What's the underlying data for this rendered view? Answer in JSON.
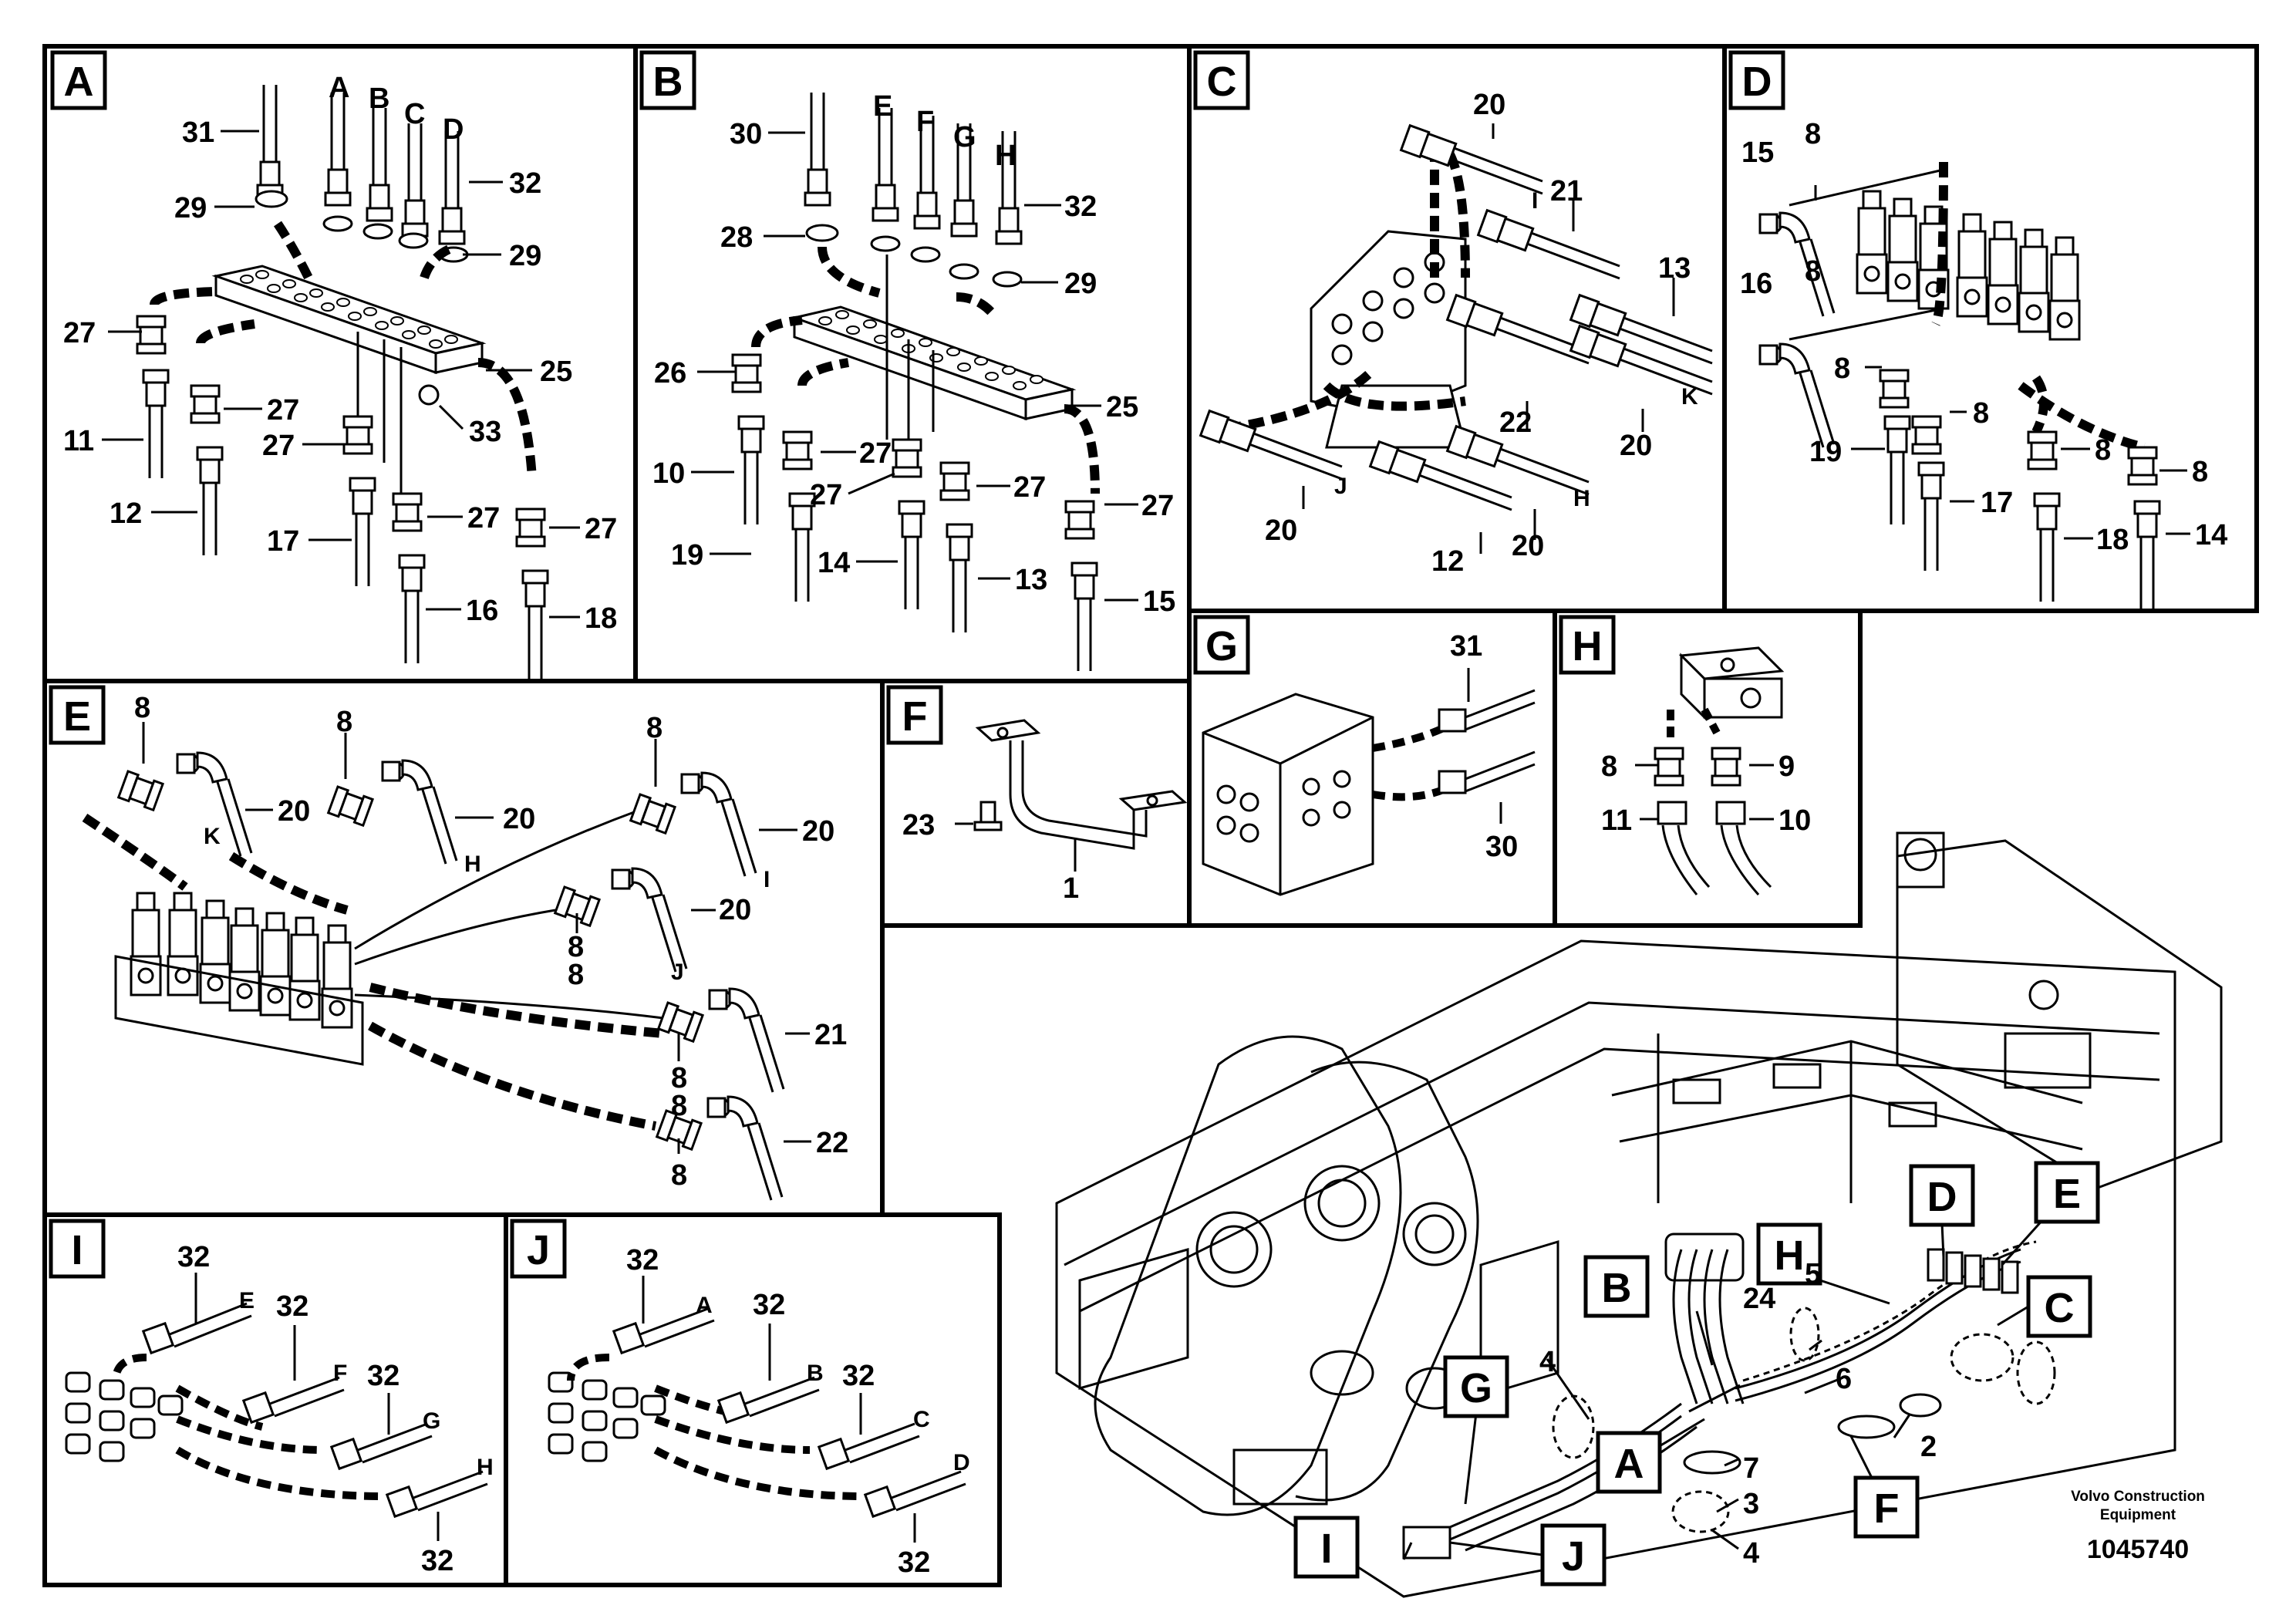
{
  "brand_line1": "Volvo Construction",
  "brand_line2": "Equipment",
  "drawing_number": "1045740",
  "panels": {
    "A": {
      "letter": "A",
      "labels": [
        "31",
        "A",
        "B",
        "C",
        "D",
        "32",
        "29",
        "29",
        "27",
        "25",
        "11",
        "27",
        "33",
        "27",
        "12",
        "17",
        "27",
        "27",
        "16",
        "18"
      ]
    },
    "B": {
      "letter": "B",
      "labels": [
        "30",
        "E",
        "F",
        "G",
        "H",
        "32",
        "28",
        "29",
        "26",
        "25",
        "10",
        "27",
        "27",
        "27",
        "27",
        "19",
        "14",
        "13",
        "15"
      ]
    },
    "C": {
      "letter": "C",
      "labels": [
        "20",
        "I",
        "21",
        "13",
        "22",
        "K",
        "20",
        "J",
        "20",
        "12",
        "20",
        "H"
      ]
    },
    "D": {
      "letter": "D",
      "labels": [
        "15",
        "8",
        "16",
        "8",
        "8",
        "8",
        "19",
        "8",
        "8",
        "17",
        "18",
        "14"
      ]
    },
    "E": {
      "letter": "E",
      "labels": [
        "8",
        "20",
        "8",
        "20",
        "8",
        "20",
        "K",
        "H",
        "I",
        "8",
        "20",
        "8",
        "J",
        "8",
        "21",
        "8",
        "8",
        "22",
        "8"
      ]
    },
    "F": {
      "letter": "F",
      "labels": [
        "23",
        "1"
      ]
    },
    "G": {
      "letter": "G",
      "labels": [
        "31",
        "30"
      ]
    },
    "H": {
      "letter": "H",
      "labels": [
        "8",
        "9",
        "11",
        "10"
      ]
    },
    "I": {
      "letter": "I",
      "labels": [
        "32",
        "E",
        "32",
        "F",
        "32",
        "G",
        "H",
        "32"
      ]
    },
    "J": {
      "letter": "J",
      "labels": [
        "32",
        "A",
        "32",
        "B",
        "32",
        "C",
        "D",
        "32"
      ]
    }
  },
  "overview": {
    "callout_letters": [
      "D",
      "H",
      "E",
      "B",
      "C",
      "G",
      "A",
      "F",
      "I",
      "J"
    ],
    "numbers": [
      "24",
      "5",
      "6",
      "2",
      "4",
      "7",
      "3",
      "4"
    ]
  }
}
